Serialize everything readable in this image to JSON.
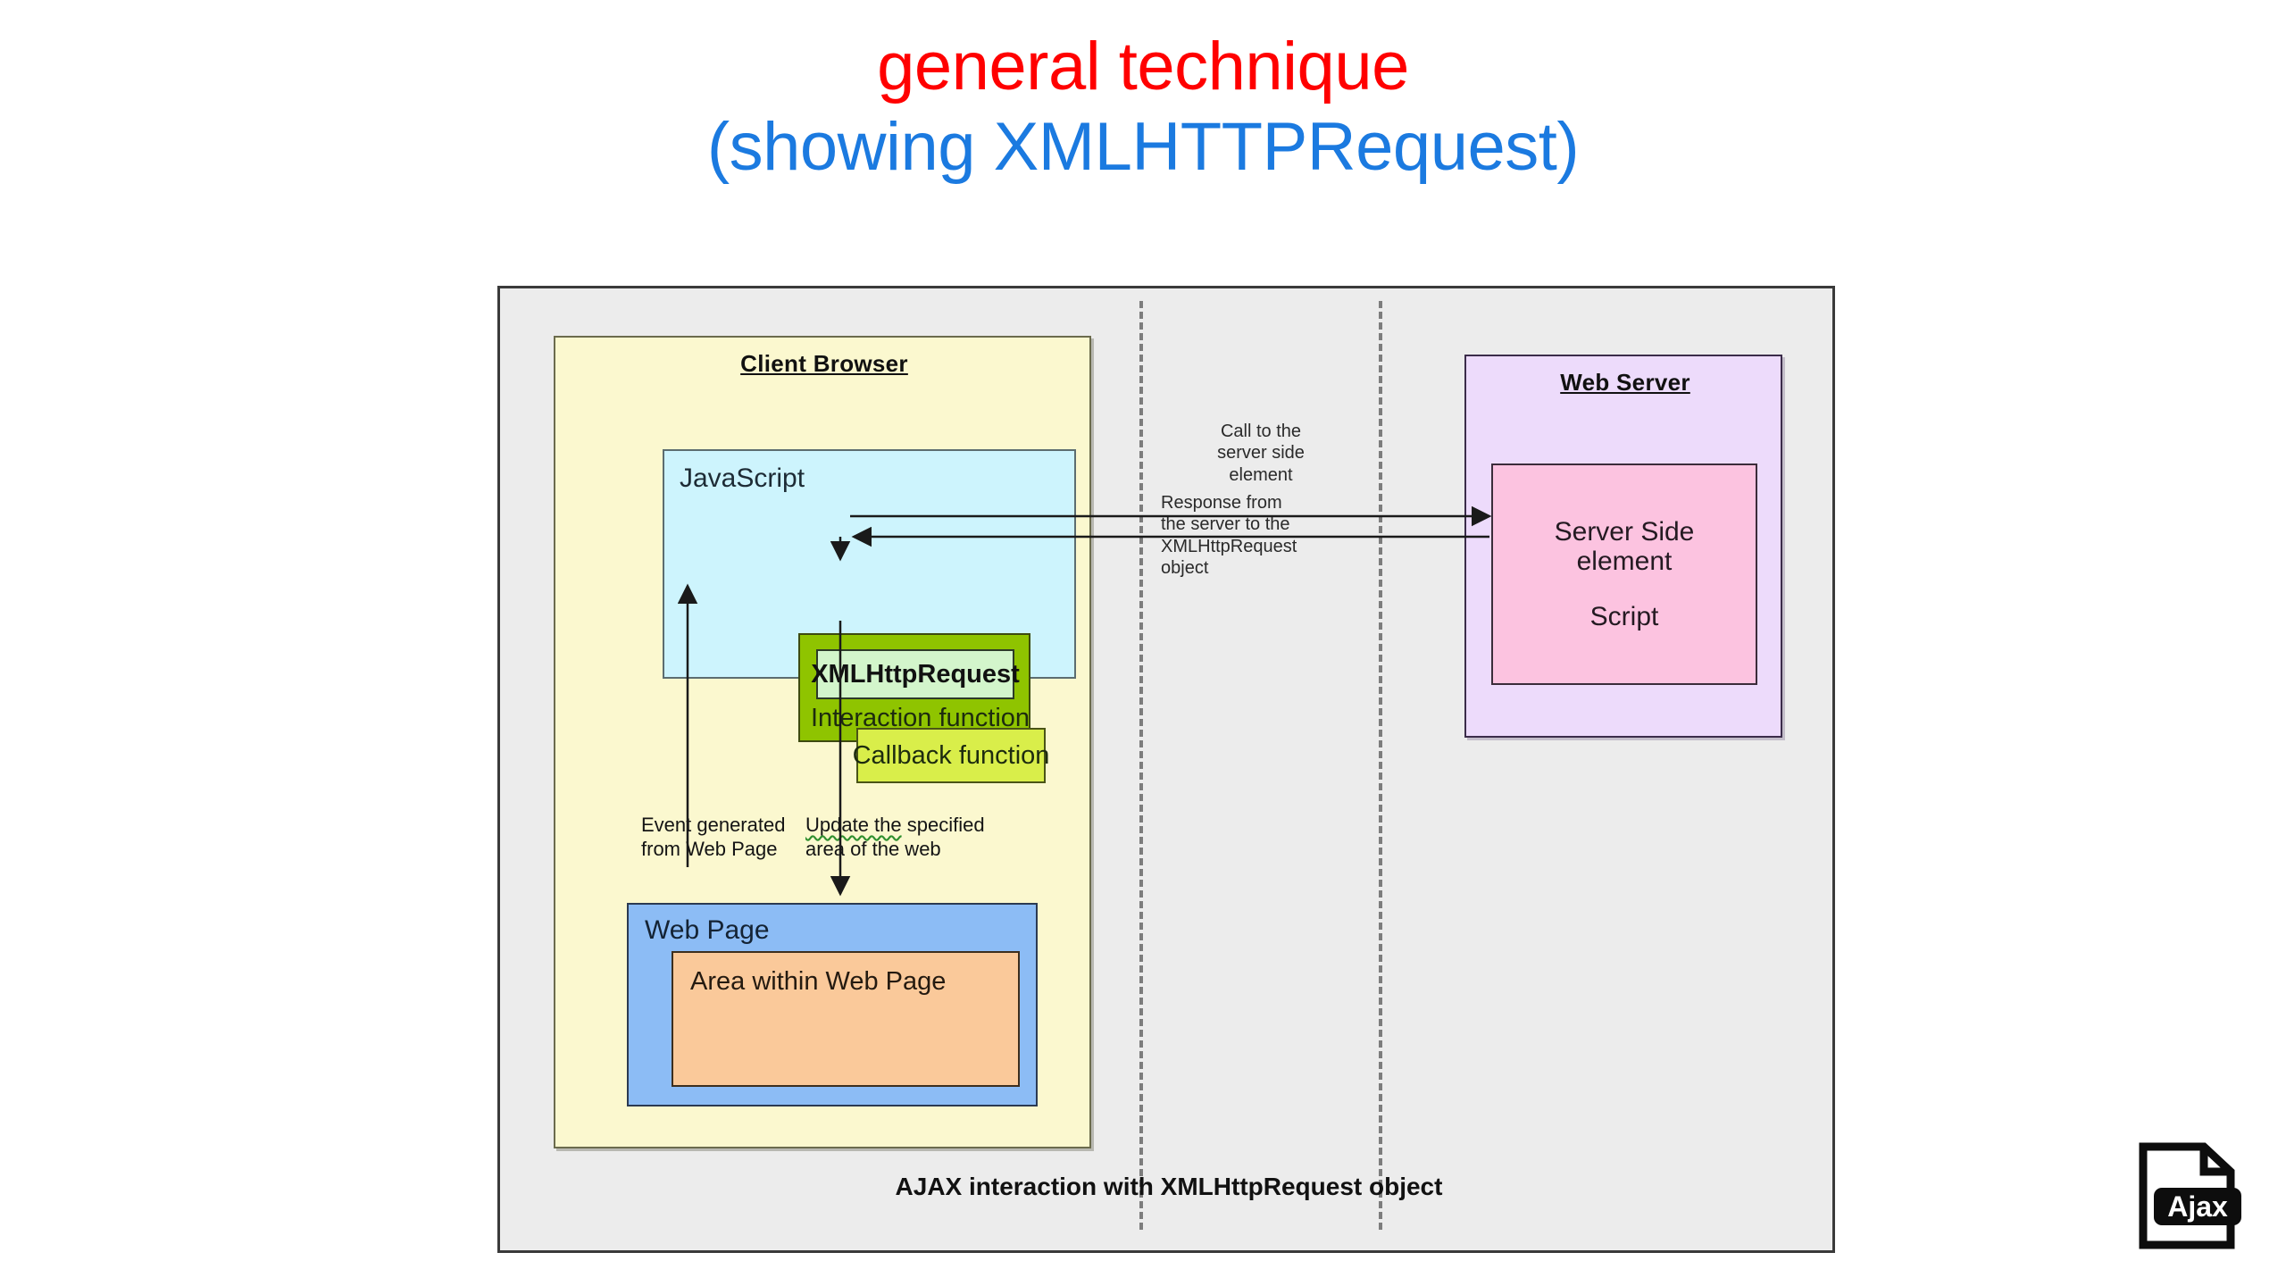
{
  "title": {
    "line1": "general technique",
    "line2": "(showing XMLHTTPRequest)",
    "line1_color": "#ff0000",
    "line2_color": "#1b7ae0"
  },
  "diagram": {
    "caption": "AJAX interaction with XMLHttpRequest object",
    "background": "#ececec",
    "client_browser": {
      "title": "Client Browser",
      "color": "#fbf8cf",
      "javascript": {
        "label": "JavaScript",
        "color": "#cdf4fd",
        "interaction_function": {
          "label": "Interaction function",
          "color": "#8fc400",
          "xmlhttprequest": {
            "label": "XMLHttpRequest",
            "color": "#d3f5cb"
          }
        },
        "callback_function": {
          "label": "Callback function",
          "color": "#d9ee4a"
        }
      },
      "web_page": {
        "label": "Web Page",
        "color": "#8cbcf5",
        "area": {
          "label": "Area within Web Page",
          "color": "#fac99a"
        }
      },
      "annotations": {
        "event": "Event generated\nfrom  Web Page",
        "update_underlined": "Update  the",
        "update_rest": " specified\narea of  the web"
      }
    },
    "middle": {
      "call_label": "Call to the\nserver side\nelement",
      "response_label": "Response from\nthe server to the\nXMLHttpRequest\nobject"
    },
    "web_server": {
      "title": "Web Server",
      "color": "#eddbfb",
      "server_side_element": {
        "line1": "Server Side\nelement",
        "line2": "Script",
        "color": "#fcc3e0"
      }
    }
  },
  "logo": {
    "label": "Ajax",
    "icon": "ajax-file-icon"
  }
}
